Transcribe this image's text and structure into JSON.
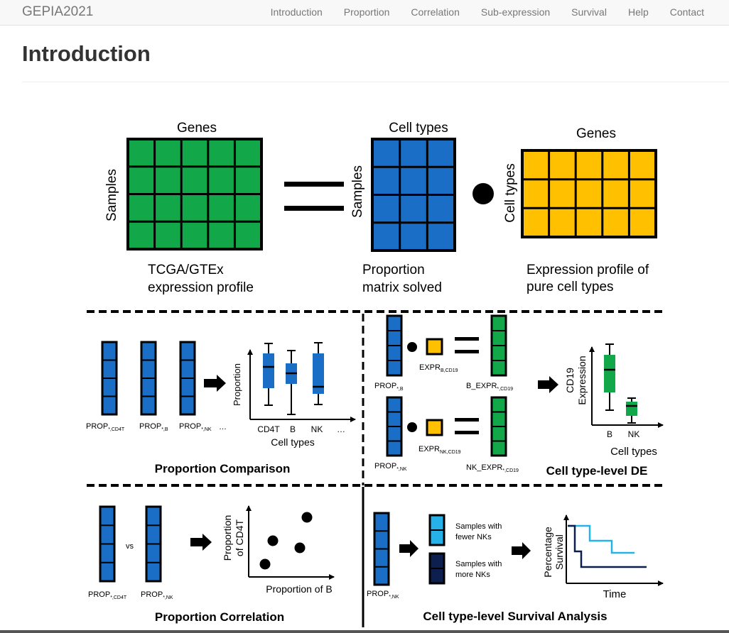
{
  "navbar": {
    "brand": "GEPIA2021",
    "items": [
      "Introduction",
      "Proportion",
      "Correlation",
      "Sub-expression",
      "Survival",
      "Help",
      "Contact"
    ]
  },
  "page": {
    "title": "Introduction"
  },
  "figure": {
    "top": {
      "genes_label_left": "Genes",
      "samples_label_left": "Samples",
      "caption_left_1": "TCGA/GTEx",
      "caption_left_2": "expression profile",
      "celltypes_label_mid": "Cell types",
      "samples_label_mid": "Samples",
      "caption_mid_1": "Proportion",
      "caption_mid_2": "matrix solved",
      "genes_label_right": "Genes",
      "celltypes_label_right": "Cell types",
      "caption_right_1": "Expression profile of",
      "caption_right_2": "pure cell types"
    },
    "comparison": {
      "prop_cd4t": "PROP",
      "prop_cd4t_sub": "*,CD4T",
      "prop_b": "PROP",
      "prop_b_sub": "*,B",
      "prop_nk": "PROP",
      "prop_nk_sub": "*,NK",
      "ellipsis": "…",
      "ylabel": "Proportion",
      "xlabel": "Cell types",
      "tick_cd4t": "CD4T",
      "tick_b": "B",
      "tick_nk": "NK",
      "tick_more": "…",
      "panel_title": "Proportion Comparison"
    },
    "de": {
      "prop_b": "PROP",
      "prop_b_sub": "*,B",
      "expr_b": "EXPR",
      "expr_b_sub": "B,CD19",
      "b_expr": "B_EXPR",
      "b_expr_sub": "*,CD19",
      "prop_nk": "PROP",
      "prop_nk_sub": "*,NK",
      "expr_nk": "EXPR",
      "expr_nk_sub": "NK,CD19",
      "nk_expr": "NK_EXPR",
      "nk_expr_sub": "*,CD19",
      "ylabel_1": "CD19",
      "ylabel_2": "Expression",
      "tick_b": "B",
      "tick_nk": "NK",
      "xlabel": "Cell types",
      "panel_title": "Cell type-level DE"
    },
    "correlation": {
      "prop_cd4t": "PROP",
      "prop_cd4t_sub": "*,CD4T",
      "vs": "vs",
      "prop_nk": "PROP",
      "prop_nk_sub": "*,NK",
      "ylabel_1": "Proportion",
      "ylabel_2": "of CD4T",
      "xlabel": "Proportion of B",
      "panel_title": "Proportion Correlation"
    },
    "survival": {
      "prop_nk": "PROP",
      "prop_nk_sub": "*,NK",
      "fewer_1": "Samples with",
      "fewer_2": "fewer NKs",
      "more_1": "Samples with",
      "more_2": "more NKs",
      "ylabel_1": "Percentage",
      "ylabel_2": "Survival",
      "xlabel": "Time",
      "panel_title": "Cell type-level Survival Analysis"
    }
  },
  "colors": {
    "green": "#12a84a",
    "blue": "#1a6ec6",
    "yellow": "#ffc000",
    "light_blue": "#26b1e8",
    "navy": "#0d1f4f",
    "black": "#000000"
  }
}
